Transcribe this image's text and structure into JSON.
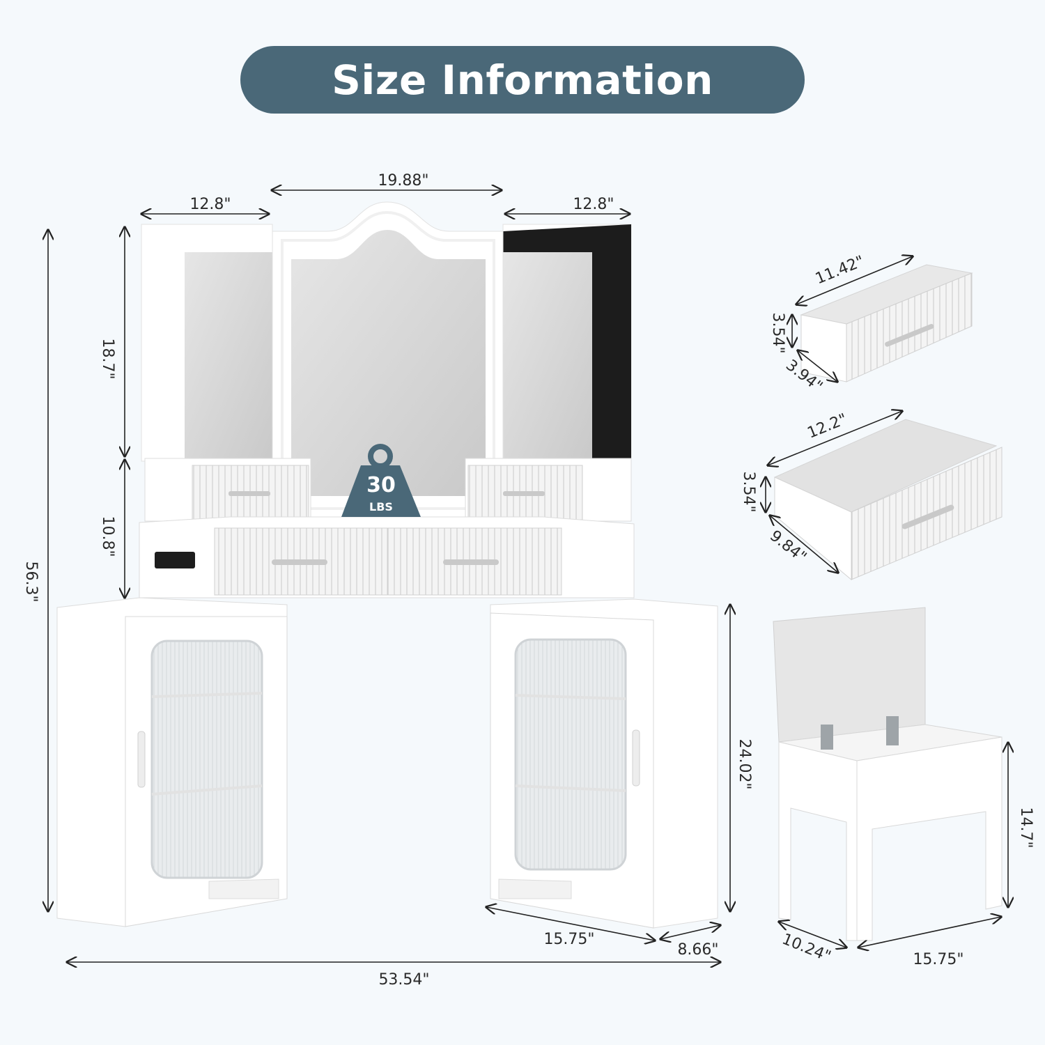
{
  "title": "Size Information",
  "weight_badge": {
    "value": "30",
    "unit": "LBS"
  },
  "dimensions": {
    "mirror_center_width": "19.88\"",
    "mirror_left_width": "12.8\"",
    "mirror_right_width": "12.8\"",
    "mirror_height": "18.7\"",
    "upper_cabinet_height": "10.8\"",
    "total_height": "56.3\"",
    "cabinet_height": "24.02\"",
    "cabinet_width": "15.75\"",
    "cabinet_depth": "8.66\"",
    "total_width": "53.54\"",
    "small_drawer_length": "11.42\"",
    "small_drawer_height": "3.54\"",
    "small_drawer_depth": "3.94\"",
    "large_drawer_length": "12.2\"",
    "large_drawer_height": "3.54\"",
    "large_drawer_depth": "9.84\"",
    "stool_height": "14.7\"",
    "stool_depth": "10.24\"",
    "stool_width": "15.75\""
  },
  "colors": {
    "title_bg": "#4a6878",
    "background": "#f5f9fc",
    "furniture": "#ffffff",
    "mirror": "#d4d4d4",
    "dark_mirror": "#1c1c1c"
  }
}
